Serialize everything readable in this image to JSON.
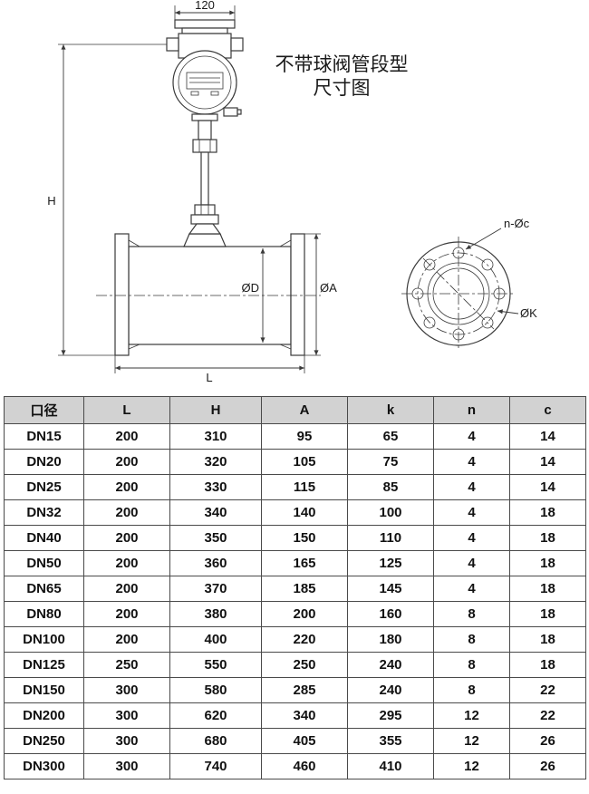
{
  "title": {
    "line1": "不带球阀管段型",
    "line2": "尺寸图"
  },
  "drawing": {
    "labels": {
      "top_width": "120",
      "height": "H",
      "bore": "ØD",
      "outer": "ØA",
      "length": "L",
      "bolt_holes": "n-Øc",
      "bolt_circle": "ØK"
    }
  },
  "table": {
    "headers": [
      "口径",
      "L",
      "H",
      "A",
      "k",
      "n",
      "c"
    ],
    "rows": [
      [
        "DN15",
        "200",
        "310",
        "95",
        "65",
        "4",
        "14"
      ],
      [
        "DN20",
        "200",
        "320",
        "105",
        "75",
        "4",
        "14"
      ],
      [
        "DN25",
        "200",
        "330",
        "115",
        "85",
        "4",
        "14"
      ],
      [
        "DN32",
        "200",
        "340",
        "140",
        "100",
        "4",
        "18"
      ],
      [
        "DN40",
        "200",
        "350",
        "150",
        "110",
        "4",
        "18"
      ],
      [
        "DN50",
        "200",
        "360",
        "165",
        "125",
        "4",
        "18"
      ],
      [
        "DN65",
        "200",
        "370",
        "185",
        "145",
        "4",
        "18"
      ],
      [
        "DN80",
        "200",
        "380",
        "200",
        "160",
        "8",
        "18"
      ],
      [
        "DN100",
        "200",
        "400",
        "220",
        "180",
        "8",
        "18"
      ],
      [
        "DN125",
        "250",
        "550",
        "250",
        "240",
        "8",
        "18"
      ],
      [
        "DN150",
        "300",
        "580",
        "285",
        "240",
        "8",
        "22"
      ],
      [
        "DN200",
        "300",
        "620",
        "340",
        "295",
        "12",
        "22"
      ],
      [
        "DN250",
        "300",
        "680",
        "405",
        "355",
        "12",
        "26"
      ],
      [
        "DN300",
        "300",
        "740",
        "460",
        "410",
        "12",
        "26"
      ]
    ]
  }
}
